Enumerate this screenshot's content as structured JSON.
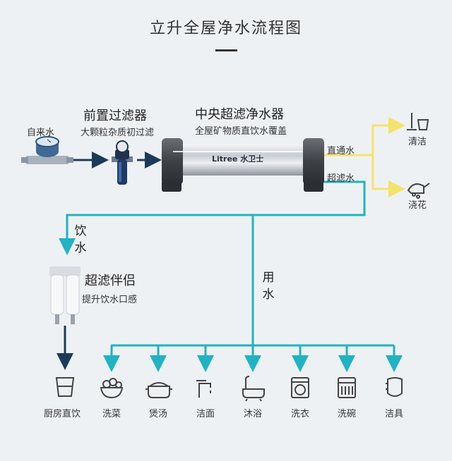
{
  "title": "立升全屋净水流程图",
  "source": {
    "label": "自来水"
  },
  "prefilter": {
    "title": "前置过滤器",
    "subtitle": "大颗粒杂质初过滤"
  },
  "central": {
    "title": "中央超滤净水器",
    "subtitle": "全屋矿物质直饮水覆盖",
    "brand": "Litree 水卫士"
  },
  "outputs": {
    "direct": "直通水",
    "uf": "超滤水"
  },
  "direct_uses": [
    {
      "label": "清洁",
      "icon": "mop-bucket-icon"
    },
    {
      "label": "浇花",
      "icon": "watering-can-icon"
    }
  ],
  "drink_branch": {
    "label": "饮水"
  },
  "use_branch": {
    "label": "用水"
  },
  "companion": {
    "title": "超滤伴侣",
    "subtitle": "提升饮水口感"
  },
  "endpoints": [
    {
      "label": "厨房直饮",
      "icon": "water-glass-icon"
    },
    {
      "label": "洗菜",
      "icon": "vegetable-basin-icon"
    },
    {
      "label": "煲汤",
      "icon": "soup-pot-icon"
    },
    {
      "label": "洁面",
      "icon": "faucet-icon"
    },
    {
      "label": "沐浴",
      "icon": "bathtub-icon"
    },
    {
      "label": "洗衣",
      "icon": "washing-machine-icon"
    },
    {
      "label": "洗碗",
      "icon": "dishwasher-icon"
    },
    {
      "label": "洁具",
      "icon": "toilet-icon"
    }
  ],
  "colors": {
    "teal": "#1fb3c3",
    "yellow": "#f5e26a",
    "navy": "#1c3b5a"
  }
}
